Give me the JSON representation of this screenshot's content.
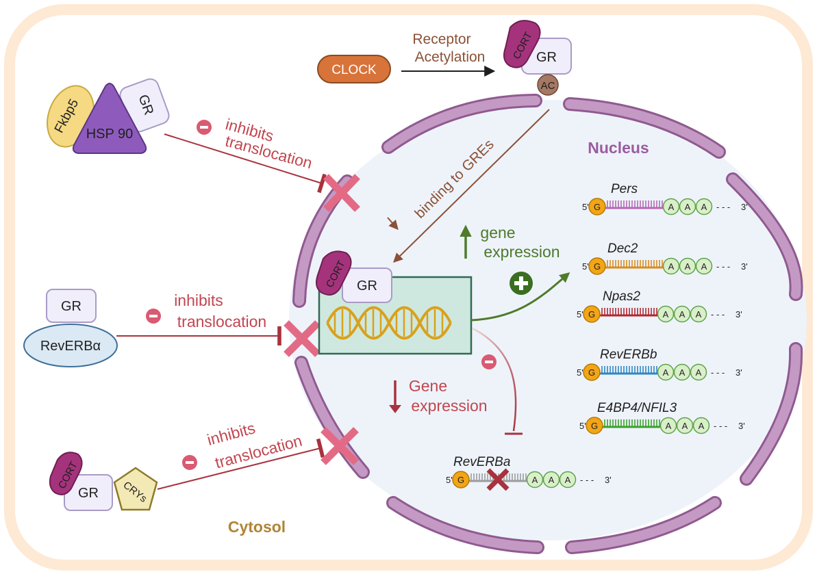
{
  "compartments": {
    "nucleus": "Nucleus",
    "cytosol": "Cytosol"
  },
  "proteins": {
    "gr": "GR",
    "cort": "CORT",
    "clock": "CLOCK",
    "ac": "AC",
    "fkbp5": "Fkbp5",
    "hsp90": "HSP 90",
    "reverb_alpha": "RevERBα",
    "crys": "CRYs"
  },
  "labels": {
    "receptor_acetylation_line1": "Receptor",
    "receptor_acetylation_line2": "Acetylation",
    "inhibits": "inhibits",
    "translocation": "translocation",
    "binding_to_gres": "binding to GREs",
    "gene_expression_up_line1": "gene",
    "gene_expression_up_line2": "expression",
    "gene_expression_down_line1": "Gene",
    "gene_expression_down_line2": "expression"
  },
  "genes": [
    {
      "name": "Pers",
      "color": "#b569b3"
    },
    {
      "name": "Dec2",
      "color": "#d98c1c"
    },
    {
      "name": "Npas2",
      "color": "#b3262f"
    },
    {
      "name": "RevERBb",
      "color": "#2e86c1"
    },
    {
      "name": "E4BP4/NFIL3",
      "color": "#3aa12b"
    }
  ],
  "repressed_gene": {
    "name": "RevERBa"
  },
  "mrna": {
    "five_prime": "5'",
    "three_prime": "3'",
    "cap": "G",
    "poly_a": "A",
    "tail_dashes": "- - -"
  },
  "colors": {
    "border_cream": "#fde9d4",
    "membrane_fill": "#c49ac4",
    "membrane_stroke": "#8f5a8f",
    "nucleus_fill": "#eef3fa",
    "inhibit_red": "#a8323d",
    "cross_pink": "#e36a85",
    "activation_green": "#4f7b2a",
    "binding_brown": "#8b5136",
    "cort_purple": "#a4337c",
    "clock_orange": "#d8733a",
    "hsp90_purple": "#8e5bbd",
    "fkbp5_yellow": "#f5d983",
    "reverb_blue": "#dbe9f4",
    "crys_khaki": "#f3e9b5",
    "dna_box": "#cfe8df",
    "cap_orange": "#f2a516",
    "polyA_green": "#d9efc9"
  }
}
